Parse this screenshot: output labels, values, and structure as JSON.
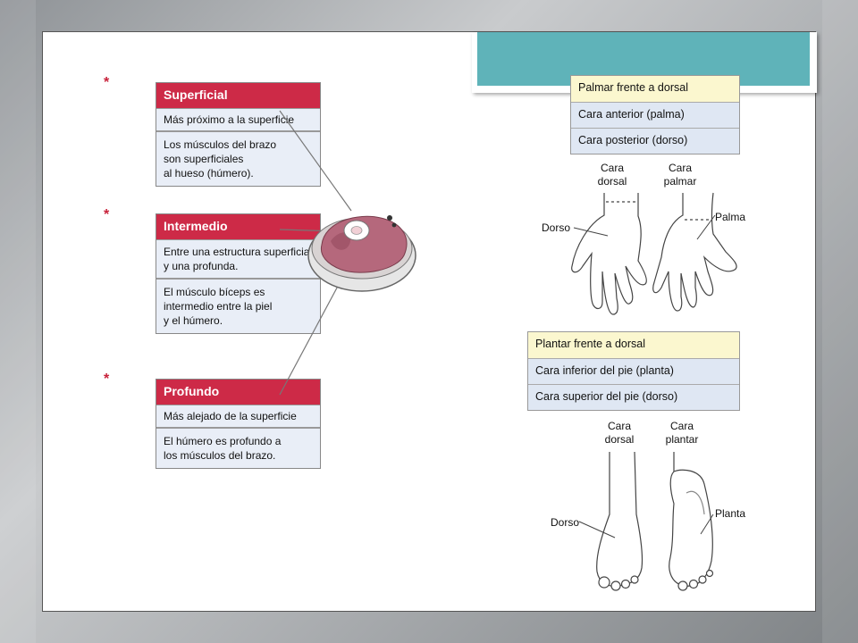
{
  "left_boxes": [
    {
      "title": "Superficial",
      "definition": "Más próximo a la superficie",
      "example": [
        "Los músculos del brazo",
        "son superficiales",
        "al hueso (húmero)."
      ]
    },
    {
      "title": "Intermedio",
      "definition": "Entre una estructura superficial y una profunda.",
      "example": [
        "El músculo bíceps es",
        "intermedio entre la piel",
        "y el húmero."
      ]
    },
    {
      "title": "Profundo",
      "definition": "Más alejado de la superficie",
      "example": [
        "El húmero es profundo a",
        "los músculos del brazo."
      ]
    }
  ],
  "asterisk": "*",
  "hand_table": [
    "Palmar frente a dorsal",
    "Cara anterior (palma)",
    "Cara posterior (dorso)"
  ],
  "hand_labels": {
    "dorsal_top": "Cara",
    "dorsal_bottom": "dorsal",
    "palmar_top": "Cara",
    "palmar_bottom": "palmar",
    "dorso": "Dorso",
    "palma": "Palma"
  },
  "foot_table": [
    "Plantar frente a dorsal",
    "Cara inferior del pie (planta)",
    "Cara superior del pie (dorso)"
  ],
  "foot_labels": {
    "dorsal_top": "Cara",
    "dorsal_bottom": "dorsal",
    "plantar_top": "Cara",
    "plantar_bottom": "plantar",
    "dorso": "Dorso",
    "planta": "Planta"
  },
  "colors": {
    "accent_red": "#cd2a47",
    "title_teal": "#5fb3b9",
    "tissue_pink": "#b5687c"
  }
}
